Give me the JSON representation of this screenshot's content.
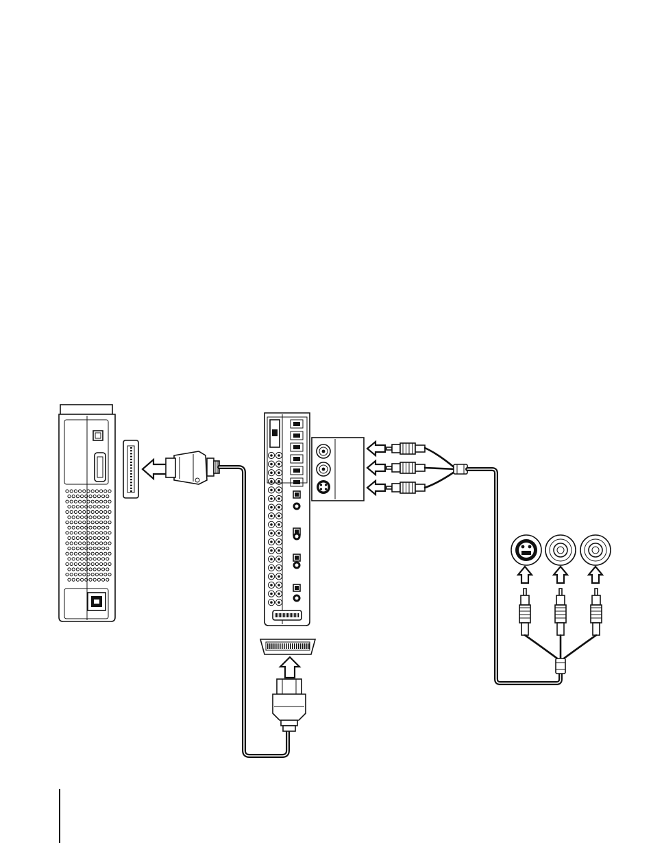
{
  "diagram": {
    "devices": [
      {
        "id": "console",
        "icon": "game-console-rear-icon"
      },
      {
        "id": "av-switch",
        "icon": "av-receiver-rear-panel-icon"
      },
      {
        "id": "tv-inputs",
        "icon": "s-video-composite-input-jacks-icon"
      }
    ],
    "connectors": [
      "av-multi-out-connector-icon",
      "scart-connector-icon",
      "s-video-plug-icon",
      "rca-plug-icon"
    ],
    "arrows": [
      "left",
      "left",
      "left",
      "left",
      "up",
      "up",
      "up",
      "up"
    ],
    "colors": {
      "line": "#111111",
      "background": "#ffffff"
    }
  }
}
